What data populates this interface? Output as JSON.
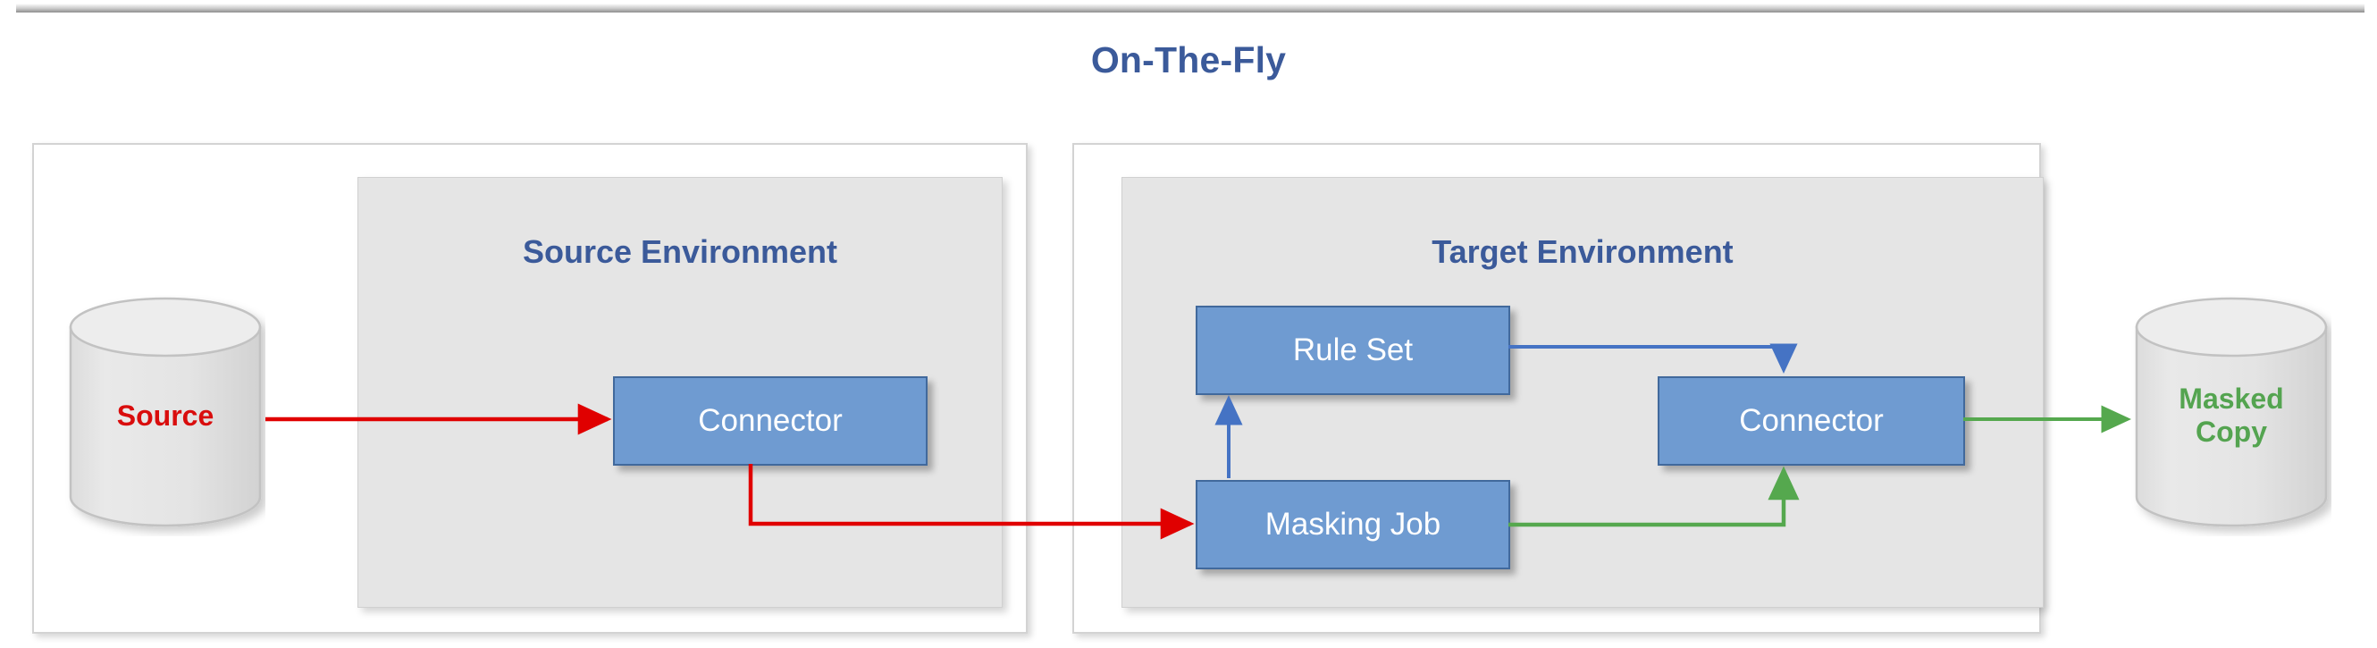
{
  "title": "On-The-Fly",
  "colors": {
    "title_blue": "#3b5a9a",
    "box_fill": "#6f9bd1",
    "box_border": "#41699c",
    "env_fill": "#e5e5e5",
    "source_red": "#d90d0d",
    "masked_green": "#54a450",
    "arrow_red": "#e00000",
    "arrow_blue": "#4573c4",
    "arrow_green": "#55a council"
  },
  "source_panel": {
    "env_title": "Source Environment",
    "database": {
      "label": "Source",
      "icon": "database-cylinder-icon"
    },
    "connector": {
      "label": "Connector"
    }
  },
  "target_panel": {
    "env_title": "Target Environment",
    "rule_set": {
      "label": "Rule Set"
    },
    "masking_job": {
      "label": "Masking Job"
    },
    "connector": {
      "label": "Connector"
    },
    "database": {
      "label_line1": "Masked",
      "label_line2": "Copy",
      "icon": "database-cylinder-icon"
    }
  },
  "flows": [
    {
      "name": "source-to-source-connector",
      "color": "red"
    },
    {
      "name": "source-connector-to-masking-job",
      "color": "red"
    },
    {
      "name": "masking-job-to-rule-set",
      "color": "blue"
    },
    {
      "name": "rule-set-to-target-connector",
      "color": "blue"
    },
    {
      "name": "masking-job-to-target-connector",
      "color": "green"
    },
    {
      "name": "target-connector-to-masked-copy",
      "color": "green"
    }
  ]
}
